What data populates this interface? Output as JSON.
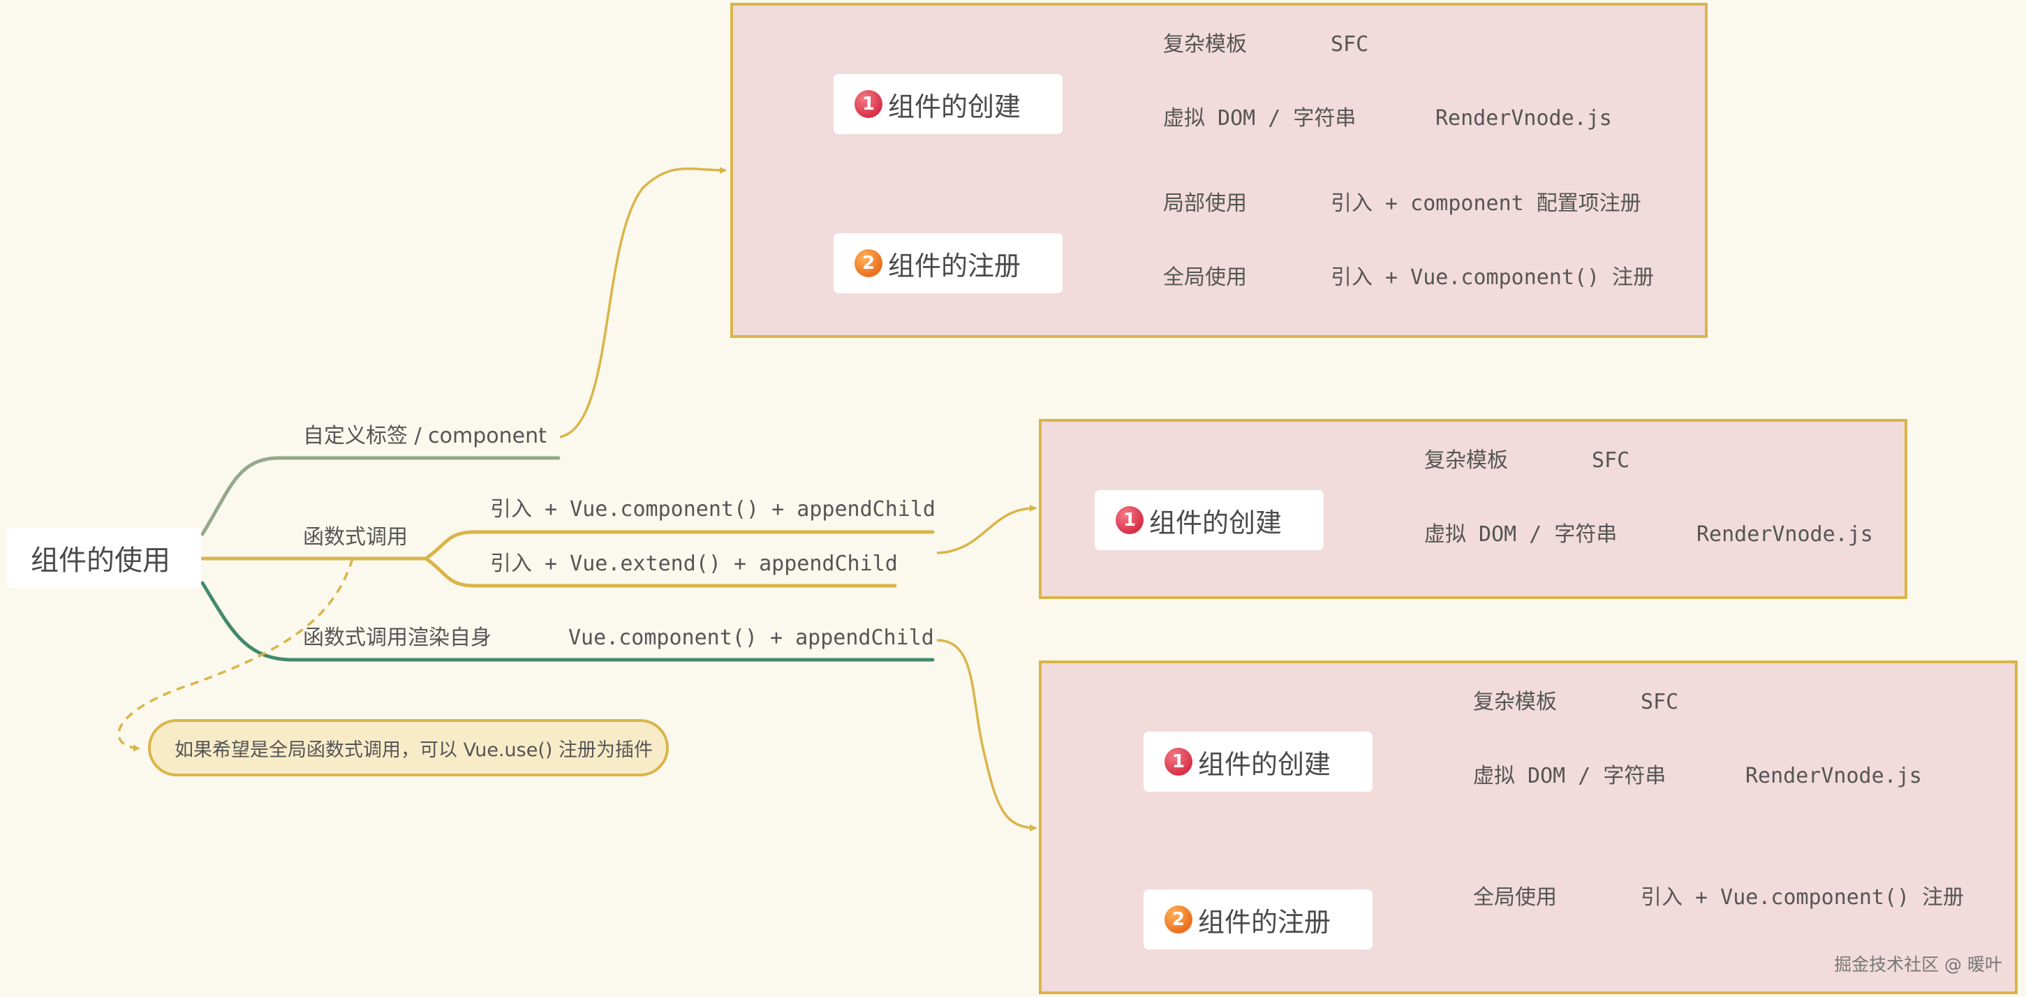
{
  "root": {
    "label": "组件的使用"
  },
  "branches": [
    {
      "label": "自定义标签 / component"
    },
    {
      "label": "函数式调用",
      "children": [
        "引入 + Vue.component() + appendChild",
        "引入 + Vue.extend() + appendChild"
      ]
    },
    {
      "label": "函数式调用渲染自身",
      "value": "Vue.component() + appendChild"
    }
  ],
  "note": {
    "text": "如果希望是全局函数式调用，可以 Vue.use() 注册为插件"
  },
  "panels": [
    {
      "create": {
        "num": "1",
        "label": "组件的创建",
        "items": [
          {
            "a": "复杂模板",
            "b": "SFC"
          },
          {
            "a": "虚拟 DOM / 字符串",
            "b": "RenderVnode.js"
          }
        ]
      },
      "register": {
        "num": "2",
        "label": "组件的注册",
        "items": [
          {
            "a": "局部使用",
            "b": "引入 + component 配置项注册"
          },
          {
            "a": "全局使用",
            "b": "引入 + Vue.component() 注册"
          }
        ]
      }
    },
    {
      "create": {
        "num": "1",
        "label": "组件的创建",
        "items": [
          {
            "a": "复杂模板",
            "b": "SFC"
          },
          {
            "a": "虚拟 DOM / 字符串",
            "b": "RenderVnode.js"
          }
        ]
      }
    },
    {
      "create": {
        "num": "1",
        "label": "组件的创建",
        "items": [
          {
            "a": "复杂模板",
            "b": "SFC"
          },
          {
            "a": "虚拟 DOM / 字符串",
            "b": "RenderVnode.js"
          }
        ]
      },
      "register": {
        "num": "2",
        "label": "组件的注册",
        "items": [
          {
            "a": "全局使用",
            "b": "引入 + Vue.component() 注册"
          }
        ]
      }
    }
  ],
  "colors": {
    "background": "#fbf8ee",
    "panel": "#f2dbdb",
    "gold": "#d9b548",
    "sage": "#92a98a",
    "teal": "#3f8a6c"
  },
  "watermark": "掘金技术社区 @ 暖叶"
}
